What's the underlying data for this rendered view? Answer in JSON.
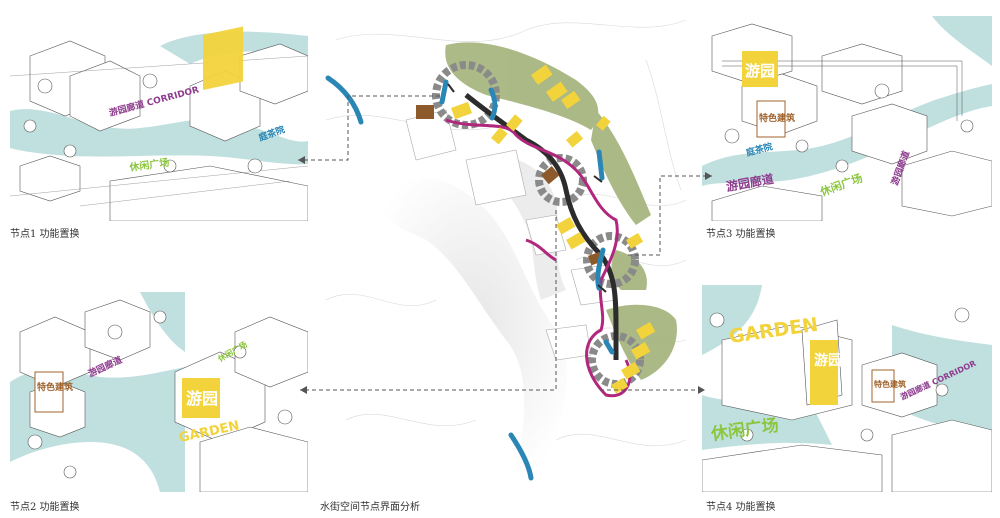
{
  "captions": {
    "node1": "节点1 功能置换",
    "node2": "节点2 功能置换",
    "node3": "节点3 功能置换",
    "node4": "节点4 功能置换",
    "center": "水街空间节点界面分析"
  },
  "labels": {
    "garden": "GARDEN",
    "youyuan": "游园",
    "youyuan_langdao": "游园廊道",
    "yuyuan_corridor": "游园廊道 CORRIDOR",
    "xiuxian_guangchang": "休闲广场",
    "ting_cha_yuan": "庭茶院",
    "zhuan_tang": "特色建筑"
  },
  "colors": {
    "water": "#bfe0df",
    "green_zone": "#a3b27a",
    "yellow": "#f2d33b",
    "magenta": "#b0277d",
    "blue": "#2a86b5",
    "brown": "#8d5a2b",
    "gray_ring": "#8a8a8a",
    "dark_path": "#2c2c2c",
    "label_green": "#8cc63f",
    "label_purple": "#8e3c8e",
    "label_brown": "#a0632d",
    "label_blue": "#2a86b5"
  }
}
